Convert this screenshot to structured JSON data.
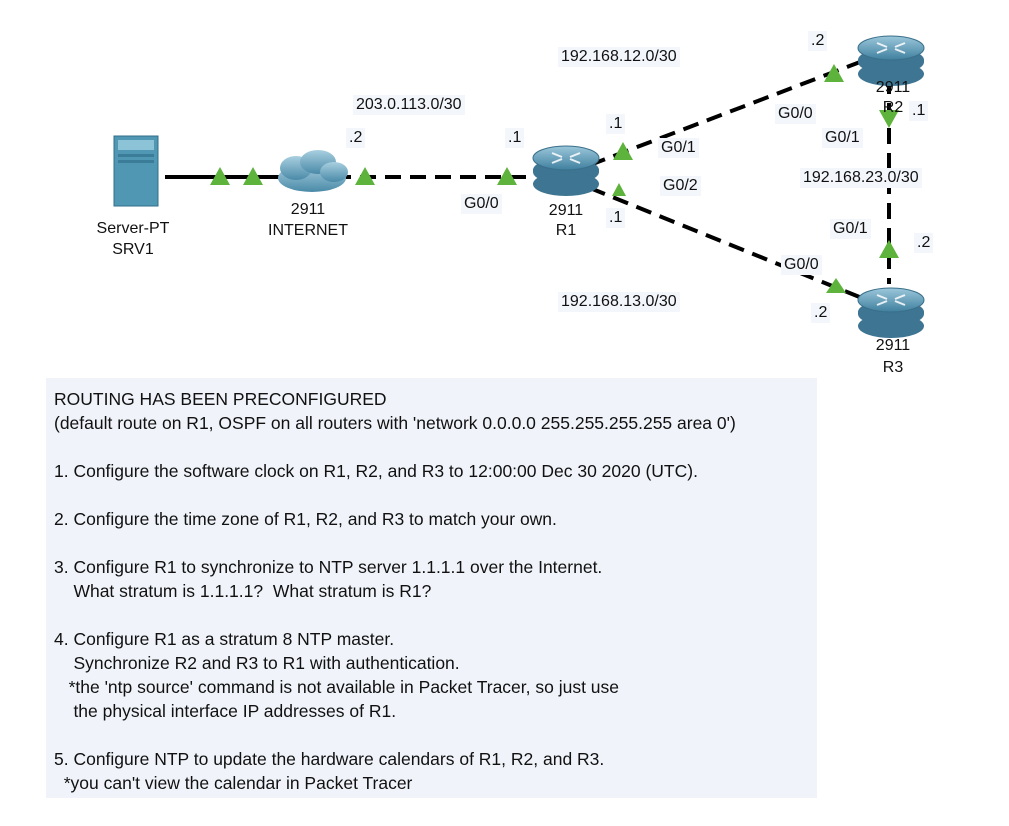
{
  "devices": {
    "server": {
      "line1": "Server-PT",
      "line2": "SRV1"
    },
    "internet": {
      "line1": "2911",
      "line2": "INTERNET"
    },
    "r1": {
      "line1": "2911",
      "line2": "R1"
    },
    "r2": {
      "line1": "2911",
      "line2": "R2"
    },
    "r3": {
      "line1": "2911",
      "line2": "R3"
    }
  },
  "networks": {
    "net_internet": "203.0.113.0/30",
    "net_r1r2": "192.168.12.0/30",
    "net_r1r3": "192.168.13.0/30",
    "net_r2r3": "192.168.23.0/30"
  },
  "addresses": {
    "inet_side": ".2",
    "r1_g00_ip": ".1",
    "r1_g01_ip": ".1",
    "r1_g02_ip": ".1",
    "r2_g00_ip": ".2",
    "r2_g01_ip": ".1",
    "r3_g01_ip": ".2",
    "r3_g00_ip": ".2"
  },
  "interfaces": {
    "r1_g00": "G0/0",
    "r1_g01": "G0/1",
    "r1_g02": "G0/2",
    "r2_g00": "G0/0",
    "r2_g01": "G0/1",
    "r3_g01": "G0/1",
    "r3_g00": "G0/0"
  },
  "colors": {
    "link": "#000000",
    "status_up": "#5db33c",
    "router_body": "#5b9bb8",
    "note_bg": "#f0f4fa"
  },
  "icons": {
    "server": "server-icon",
    "cloud": "cloud-icon",
    "router": "router-icon",
    "port_status": "triangle-up-icon"
  },
  "instructions": {
    "lines": [
      "ROUTING HAS BEEN PRECONFIGURED",
      "(default route on R1, OSPF on all routers with 'network 0.0.0.0 255.255.255.255 area 0')",
      "",
      "1. Configure the software clock on R1, R2, and R3 to 12:00:00 Dec 30 2020 (UTC).",
      "",
      "2. Configure the time zone of R1, R2, and R3 to match your own.",
      "",
      "3. Configure R1 to synchronize to NTP server 1.1.1.1 over the Internet.",
      "    What stratum is 1.1.1.1?  What stratum is R1?",
      "",
      "4. Configure R1 as a stratum 8 NTP master.",
      "    Synchronize R2 and R3 to R1 with authentication.",
      "   *the 'ntp source' command is not available in Packet Tracer, so just use",
      "    the physical interface IP addresses of R1.",
      "",
      "5. Configure NTP to update the hardware calendars of R1, R2, and R3.",
      "  *you can't view the calendar in Packet Tracer"
    ]
  }
}
